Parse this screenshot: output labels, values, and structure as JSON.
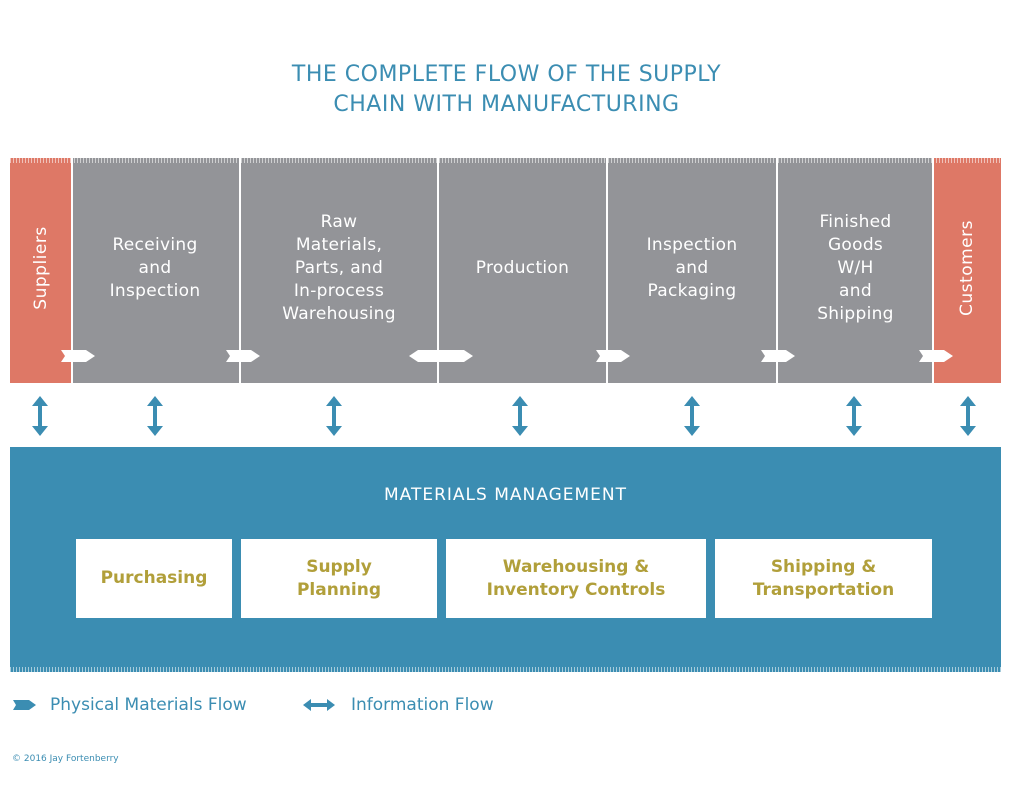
{
  "title": {
    "line1": "THE COMPLETE FLOW OF THE SUPPLY",
    "line2": "CHAIN WITH MANUFACTURING"
  },
  "stages": {
    "suppliers": "Suppliers",
    "receiving": [
      "Receiving",
      "and",
      "Inspection"
    ],
    "raw_materials": [
      "Raw",
      "Materials,",
      "Parts, and",
      "In-process",
      "Warehousing"
    ],
    "production": [
      "Production"
    ],
    "inspection_packaging": [
      "Inspection",
      "and",
      "Packaging"
    ],
    "finished_goods": [
      "Finished",
      "Goods",
      "W/H",
      "and",
      "Shipping"
    ],
    "customers": "Customers"
  },
  "materials_management": {
    "title": "MATERIALS MANAGEMENT",
    "purchasing": [
      "Purchasing"
    ],
    "supply_planning": [
      "Supply",
      "Planning"
    ],
    "warehousing": [
      "Warehousing &",
      "Inventory Controls"
    ],
    "shipping": [
      "Shipping &",
      "Transportation"
    ]
  },
  "legend": {
    "physical": "Physical Materials Flow",
    "information": "Information Flow",
    "physical_icon": "white-arrow-tab-icon",
    "information_icon": "double-arrow-icon"
  },
  "copyright": "© 2016 Jay Fortenberry",
  "colors": {
    "stage_gray": "#939498",
    "endpoint_red": "#de7866",
    "accent_blue": "#3b8db2",
    "box_text_gold": "#b19f3a"
  }
}
